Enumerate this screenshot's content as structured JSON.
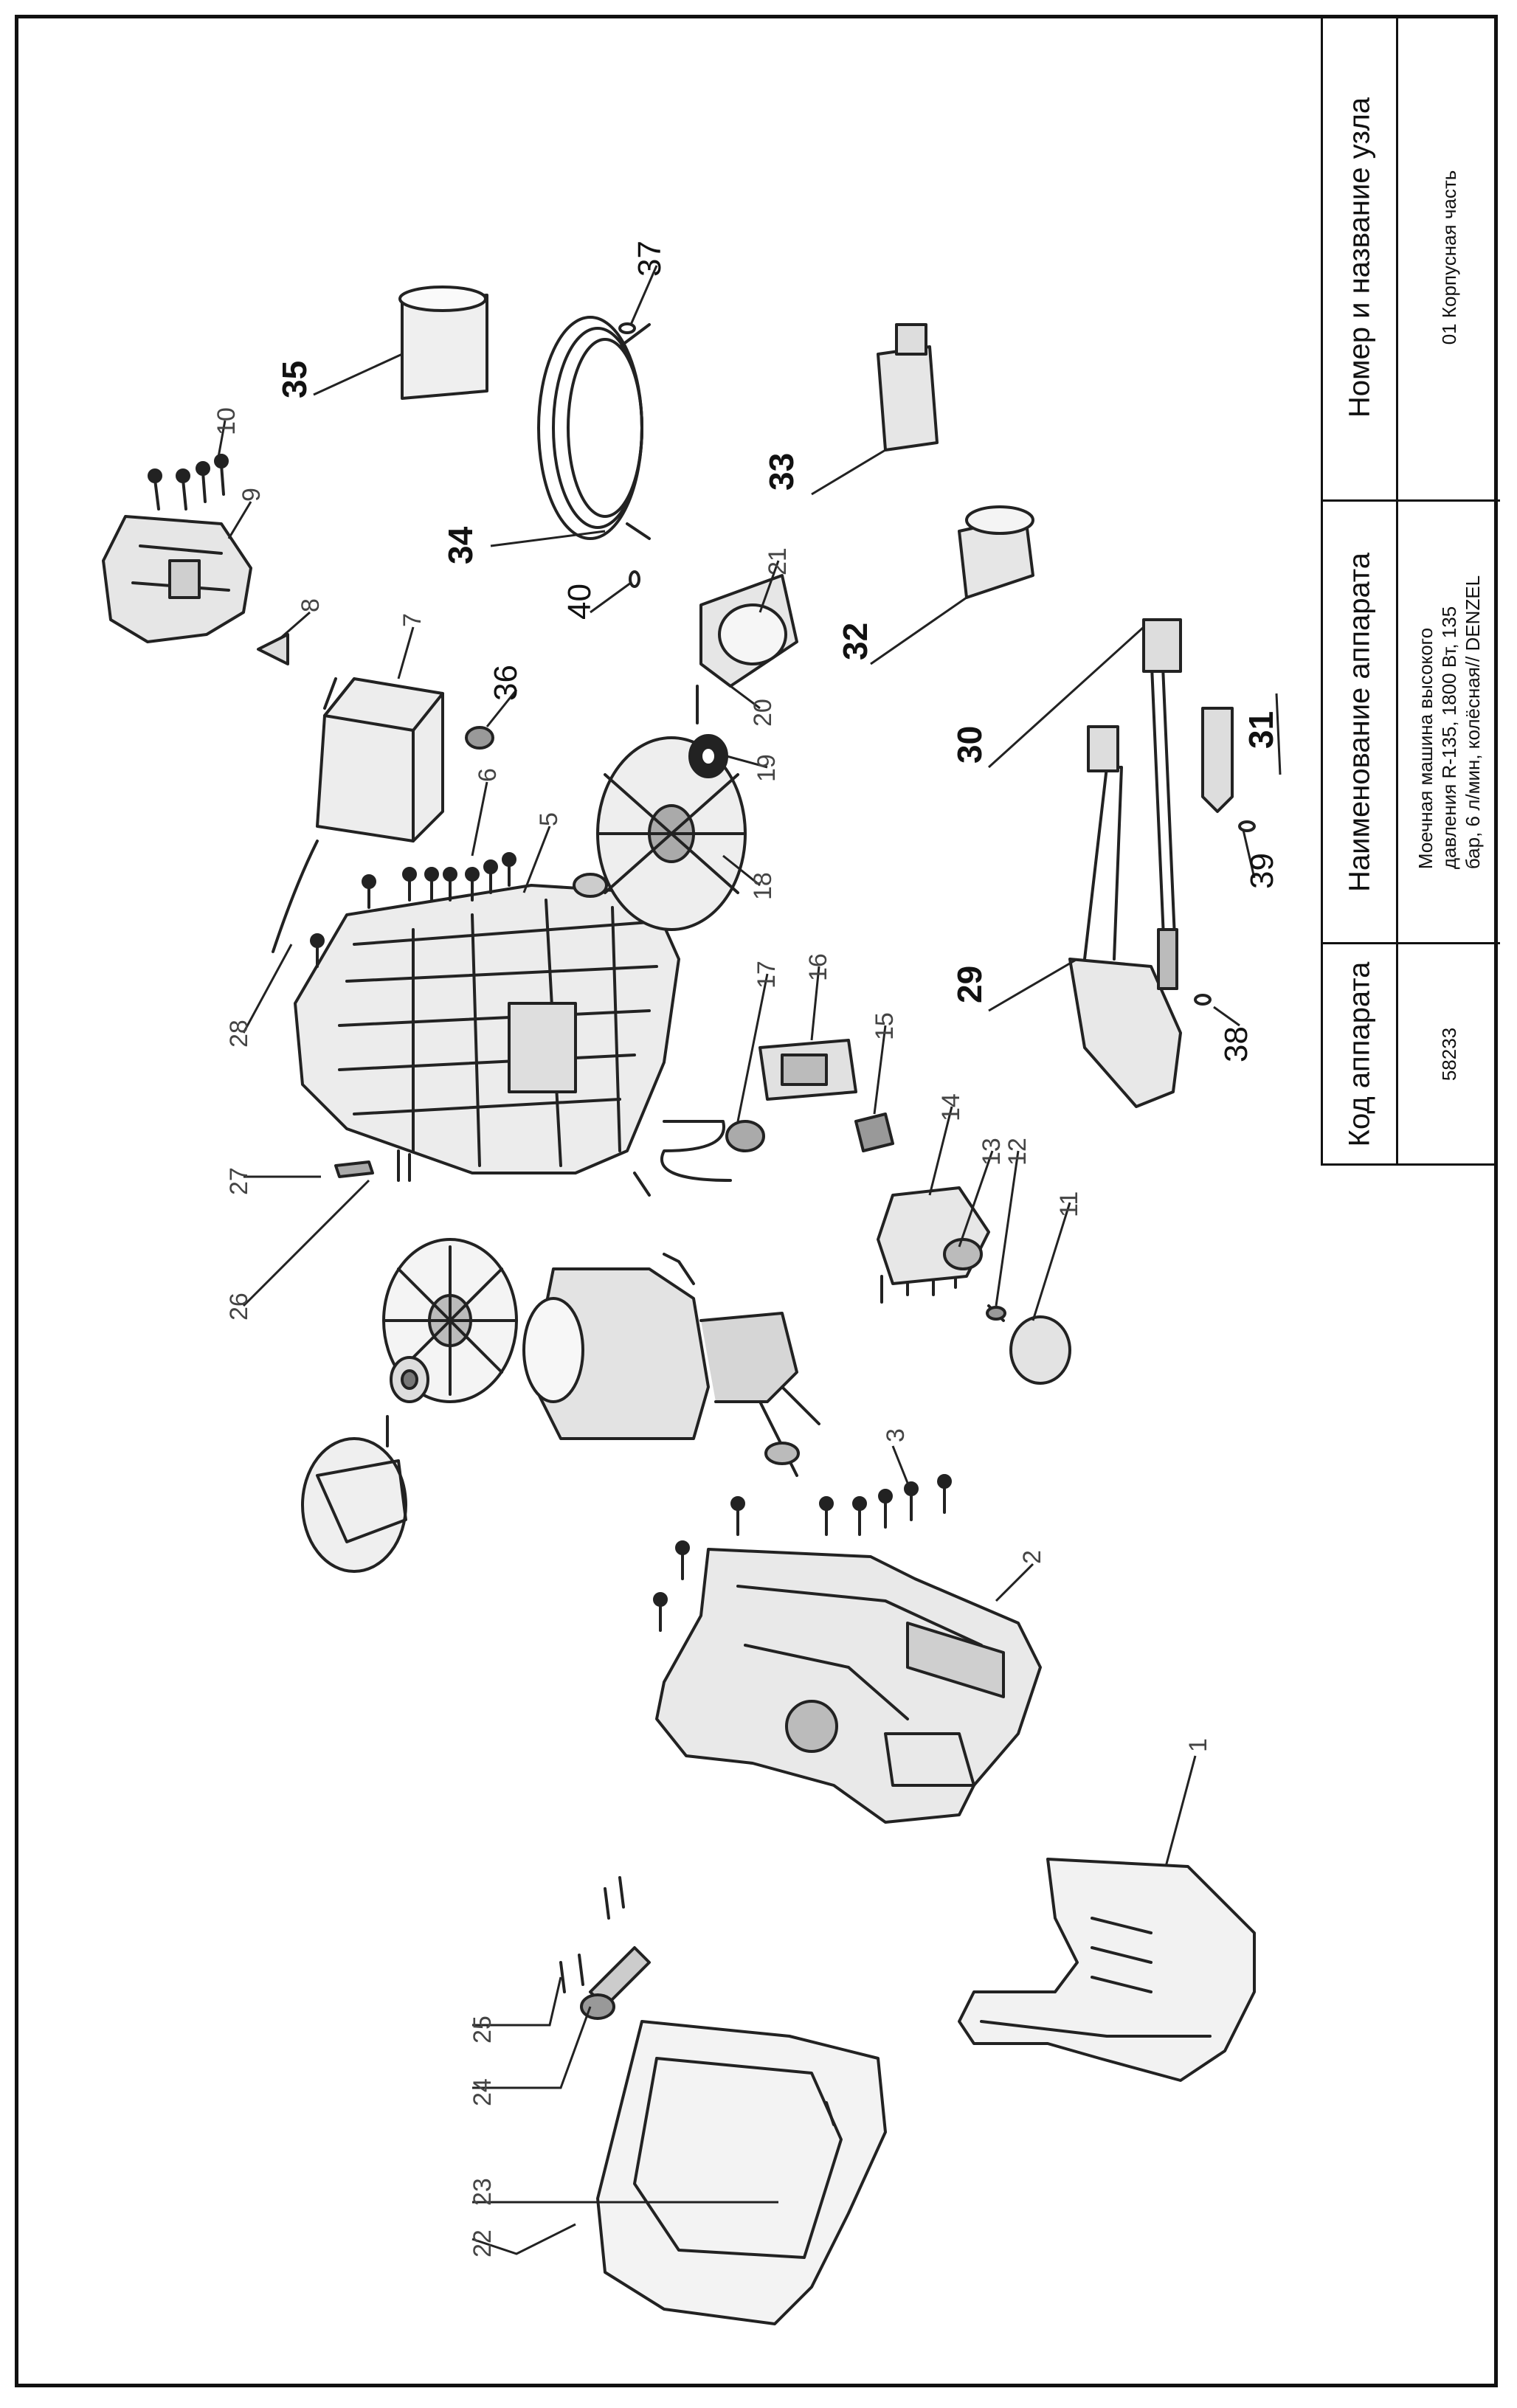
{
  "title_block": {
    "code_header": "Код аппарата",
    "code_value": "58233",
    "device_header": "Наименование аппарата",
    "device_value_lines": [
      "Моечная машина высокого",
      "давления R-135, 1800 Вт, 135",
      "бар, 6 л/мин, колёсная// DENZEL"
    ],
    "unit_header": "Номер и название узла",
    "unit_value": "01 Корпусная часть"
  },
  "callouts": {
    "c1": "1",
    "c2": "2",
    "c3": "3",
    "c5": "5",
    "c6": "6",
    "c7": "7",
    "c8": "8",
    "c9": "9",
    "c10": "10",
    "c11": "11",
    "c12": "12",
    "c13": "13",
    "c14": "14",
    "c15": "15",
    "c16": "16",
    "c17": "17",
    "c18": "18",
    "c19": "19",
    "c20": "20",
    "c21": "21",
    "c22": "22",
    "c23": "23",
    "c24": "24",
    "c25": "25",
    "c26": "26",
    "c27": "27",
    "c28": "28",
    "c29": "29",
    "c30": "30",
    "c31": "31",
    "c32": "32",
    "c33": "33",
    "c34": "34",
    "c35": "35",
    "c36": "36",
    "c37": "37",
    "c38": "38",
    "c39": "39",
    "c40": "40"
  }
}
